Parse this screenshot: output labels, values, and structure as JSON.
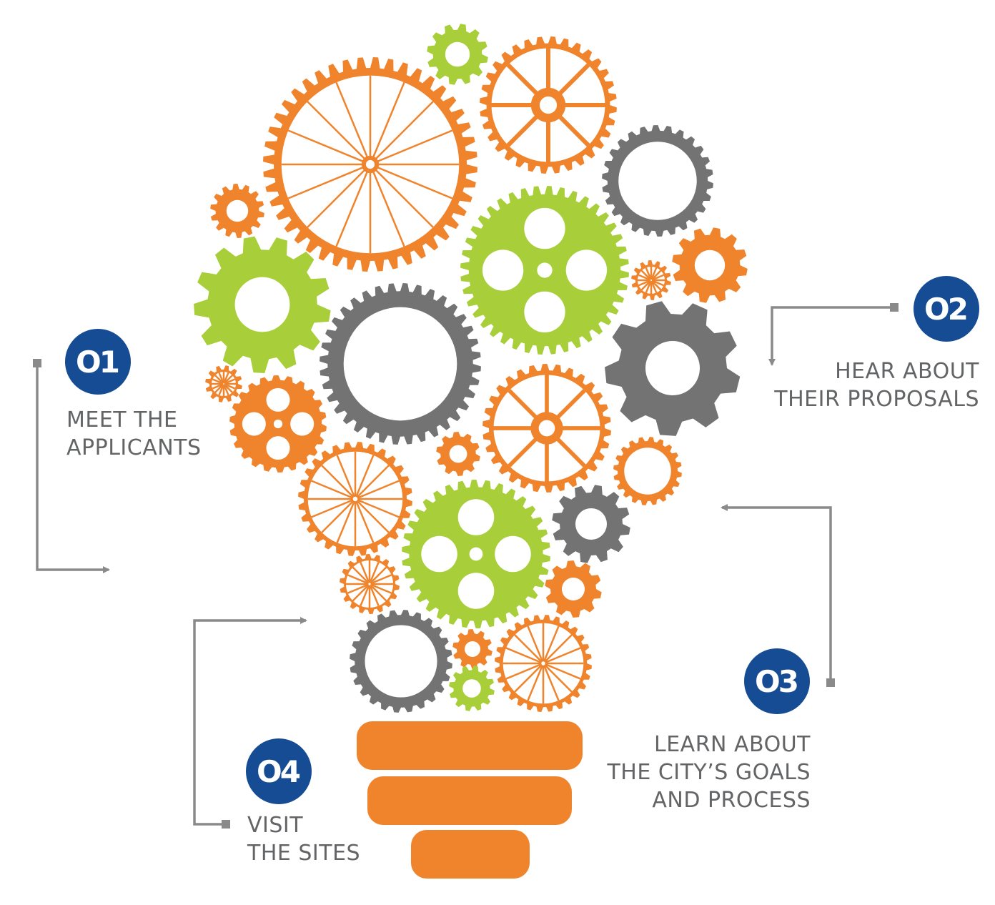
{
  "colors": {
    "orange": "#f0842c",
    "green": "#a8cf3a",
    "gray": "#737373",
    "badge_blue": "#164c93",
    "connector_gray": "#8a8a8a",
    "text_gray": "#636466"
  },
  "steps": [
    {
      "number": "O1",
      "lines": [
        "MEET THE",
        "APPLICANTS"
      ]
    },
    {
      "number": "O2",
      "lines": [
        "HEAR ABOUT",
        "THEIR PROPOSALS"
      ]
    },
    {
      "number": "O3",
      "lines": [
        "LEARN ABOUT",
        "THE CITY’S GOALS",
        "AND PROCESS"
      ]
    },
    {
      "number": "O4",
      "lines": [
        "VISIT",
        "THE SITES"
      ]
    }
  ],
  "illustration": {
    "name": "lightbulb-of-gears",
    "base_segments": 3
  }
}
